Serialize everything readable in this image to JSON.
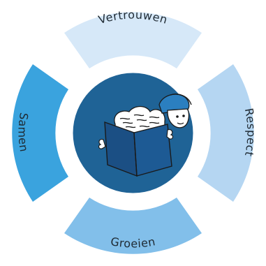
{
  "segments": [
    {
      "label": "Vertrouwen",
      "color": "#d6e8f8"
    },
    {
      "label": "Respect",
      "color": "#b5d6f2"
    },
    {
      "label": "Groeien",
      "color": "#82bfea"
    },
    {
      "label": "Samen",
      "color": "#3aa3de"
    }
  ],
  "center": {
    "illustration": "person-reading-book-illustration",
    "outer_color": "#ffffff",
    "disc_color": "#1f6396"
  }
}
